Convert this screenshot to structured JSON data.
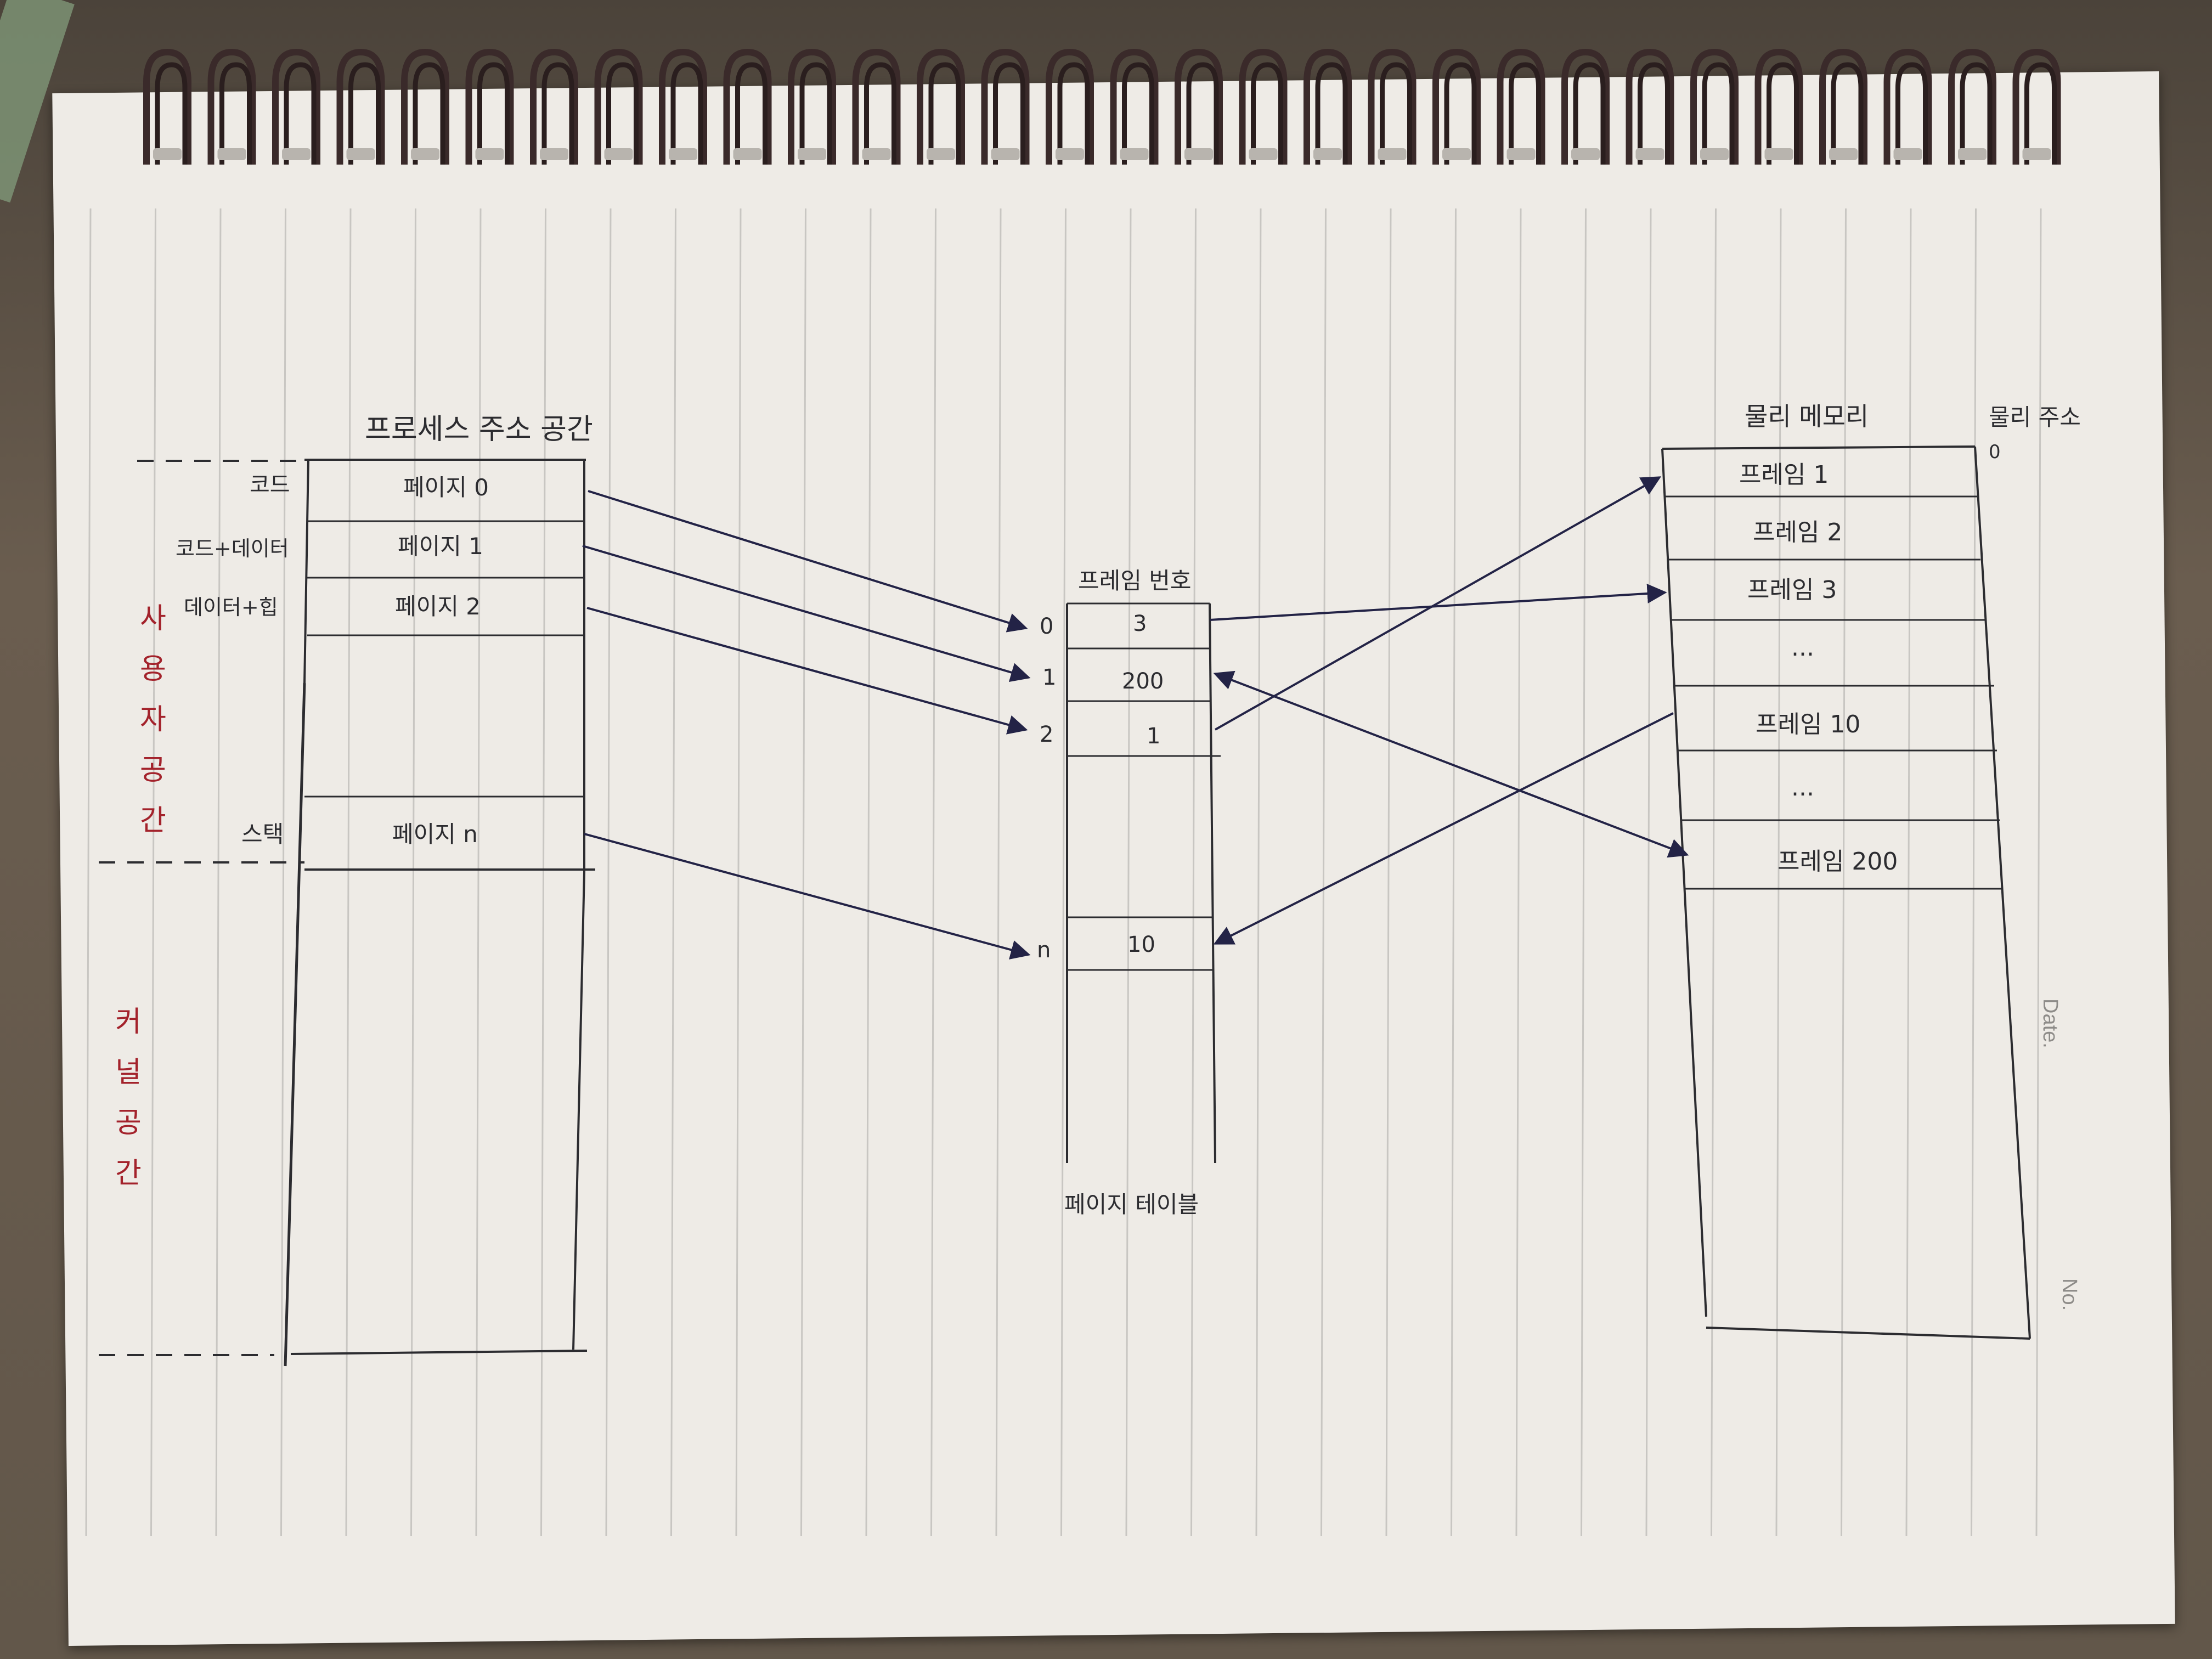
{
  "process_space": {
    "title": "프로세스 주소 공간",
    "labels": {
      "code": "코드",
      "code_data": "코드+데이터",
      "data_heap": "데이터+힙",
      "stack": "스택"
    },
    "pages": [
      "페이지 0",
      "페이지 1",
      "페이지 2",
      "페이지 n"
    ],
    "user_space": "사용자 공간",
    "kernel_space": "커널 공간"
  },
  "page_table": {
    "header": "프레임 번호",
    "caption": "페이지 테이블",
    "indices": [
      "0",
      "1",
      "2",
      "n"
    ],
    "frames": [
      "3",
      "200",
      "1",
      "10"
    ]
  },
  "physical_memory": {
    "title": "물리 메모리",
    "address_label": "물리 주소",
    "address_zero": "0",
    "rows": [
      "프레임 1",
      "프레임 2",
      "프레임 3",
      "...",
      "프레임 10",
      "...",
      "프레임 200"
    ]
  },
  "paper_print": {
    "date": "Date.",
    "no": "No."
  },
  "colors": {
    "pen": "#2c2c30",
    "arrow": "#232346",
    "red_pen": "#a3222b",
    "paper": "#eeebe6",
    "rule_line": "#c8c6c2"
  },
  "icons": {
    "ring": "spiral-ring-icon"
  }
}
